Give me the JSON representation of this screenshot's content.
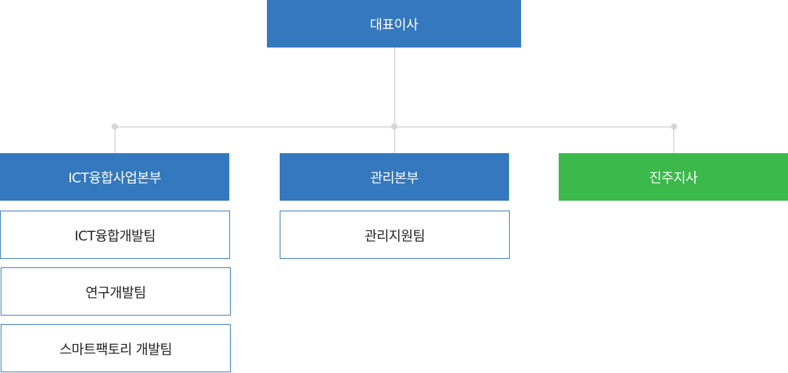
{
  "chart": {
    "ceo": "대표이사",
    "divisions": [
      {
        "name": "ICT융합사업본부",
        "teams": [
          "ICT융합개발팀",
          "연구개발팀",
          "스마트팩토리 개발팀"
        ]
      },
      {
        "name": "관리본부",
        "teams": [
          "관리지원팀"
        ]
      },
      {
        "name": "진주지사",
        "teams": []
      }
    ]
  },
  "colors": {
    "primary": "#3478bd",
    "branch": "#3bb94a",
    "connector": "#dddddd",
    "team_text": "#222222"
  }
}
